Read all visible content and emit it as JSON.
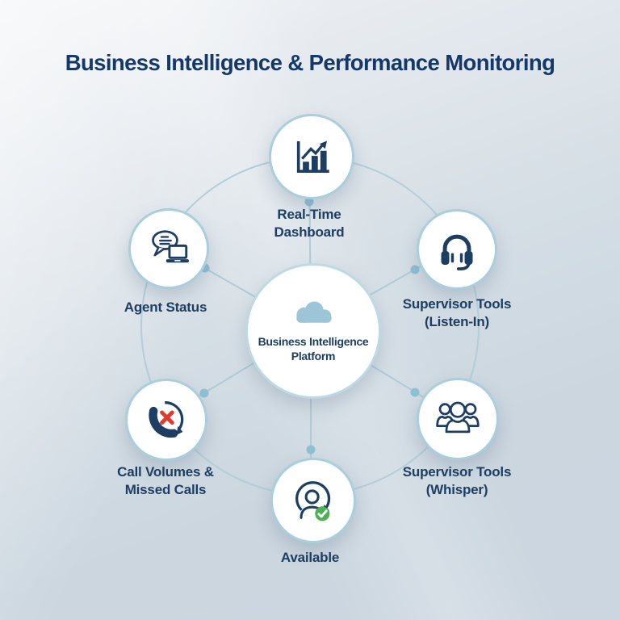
{
  "title": "Business Intelligence & Performance Monitoring",
  "hub": {
    "label": "Business Intelligence\nPlatform",
    "icon": "cloud-icon"
  },
  "nodes": [
    {
      "id": "real-time-dashboard",
      "label": "Real-Time\nDashboard",
      "icon": "bar-chart-trend-icon"
    },
    {
      "id": "agent-status",
      "label": "Agent Status",
      "icon": "chat-laptop-icon"
    },
    {
      "id": "supervisor-tools-listen-in",
      "label": "Supervisor Tools\n(Listen-In)",
      "icon": "headset-icon"
    },
    {
      "id": "call-volumes-missed-calls",
      "label": "Call Volumes &\nMissed Calls",
      "icon": "missed-call-icon"
    },
    {
      "id": "supervisor-tools-whisper",
      "label": "Supervisor Tools\n(Whisper)",
      "icon": "team-icon"
    },
    {
      "id": "available",
      "label": "Available",
      "icon": "person-check-icon"
    }
  ],
  "colors": {
    "title_text": "#14386a",
    "label_text": "#1c3e63",
    "icon_navy": "#1c3e63",
    "node_fill": "#ffffff",
    "node_border": "#a9cedc",
    "connector_line": "#b3cdd9",
    "connector_dot": "#8fc0d4",
    "cloud_blue": "#9cc5d8",
    "check_green": "#4cb054",
    "missed_call_red": "#e0392e"
  }
}
